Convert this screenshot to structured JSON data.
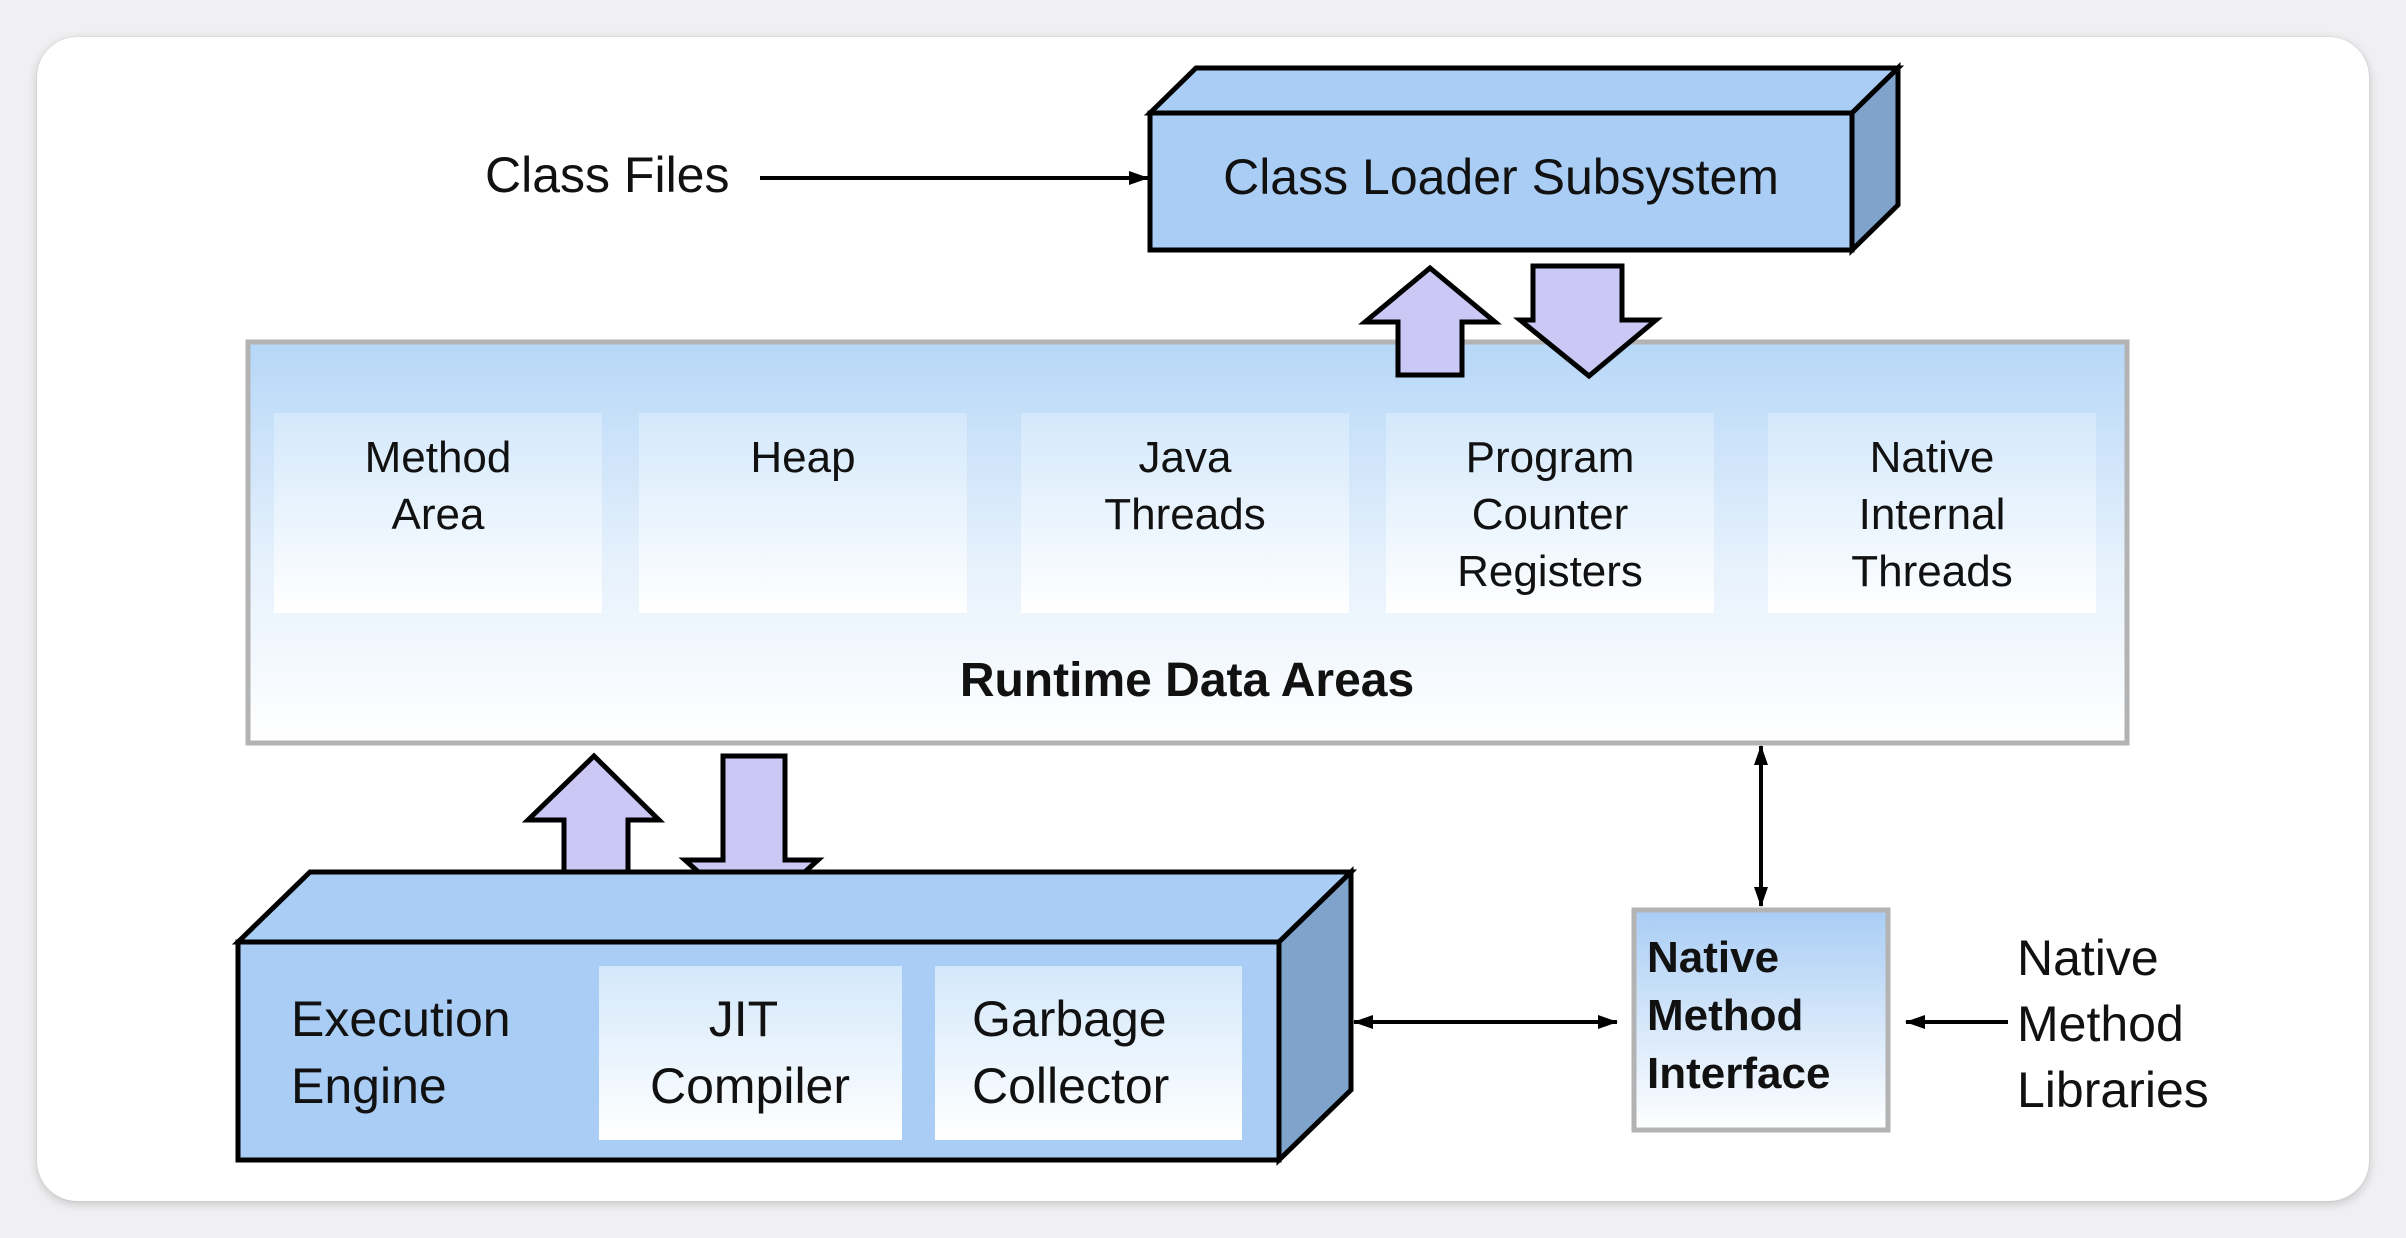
{
  "class_files": "Class Files",
  "class_loader": "Class Loader Subsystem",
  "runtime": {
    "title": "Runtime Data Areas",
    "areas": [
      [
        "Method",
        "Area"
      ],
      [
        "Heap"
      ],
      [
        "Java",
        "Threads"
      ],
      [
        "Program",
        "Counter",
        "Registers"
      ],
      [
        "Native",
        "Internal",
        "Threads"
      ]
    ]
  },
  "engine": {
    "title": [
      "Execution",
      "Engine"
    ],
    "jit": [
      "JIT",
      "Compiler"
    ],
    "gc": [
      "Garbage",
      "Collector"
    ]
  },
  "nmi": [
    "Native",
    "Method",
    "Interface"
  ],
  "libraries": [
    "Native",
    "Method",
    "Libraries"
  ],
  "colors": {
    "box_blue": "#a9cdf5",
    "box_dark_blue": "#7fa3ca",
    "arrow_lilac": "#ccc8f5",
    "panel_border": "#b3b3b3",
    "inner_light": "#d9ecfb"
  }
}
